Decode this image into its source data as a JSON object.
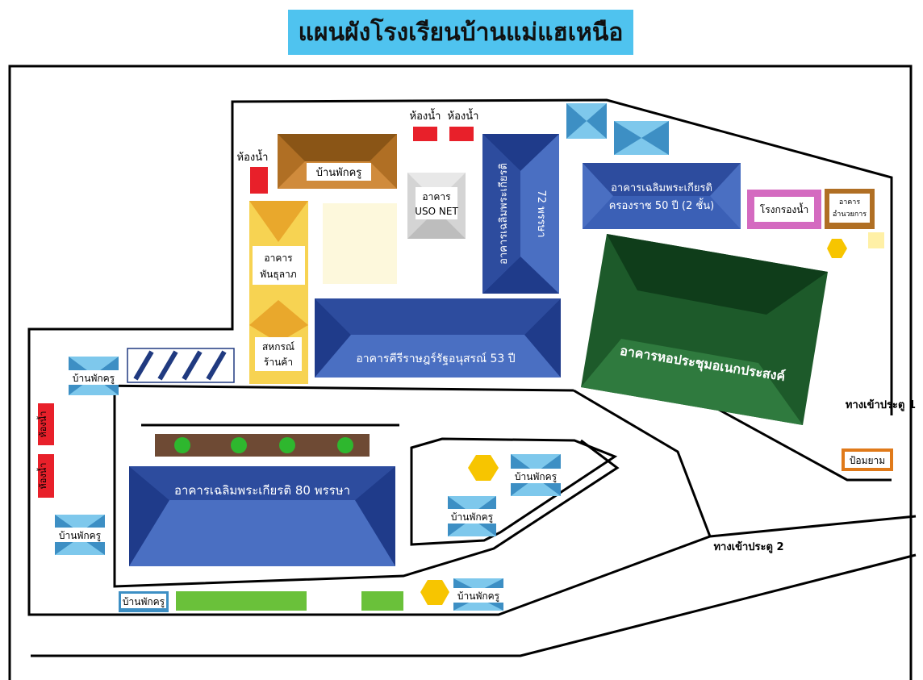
{
  "title": "แผนผังโรงเรียนบ้านแม่แฮเหนือ",
  "colors": {
    "navy": "#1F3B8A",
    "blue": "#4A6FC2",
    "blue_dark": "#203A80",
    "green_hall": "#1D5A2A",
    "orange_brown": "#B06F24",
    "yellow": "#F7D352",
    "yellow_light": "#FFF0A6",
    "red": "#E8202A",
    "pink": "#D46AC0",
    "sky": "#7EC8EC",
    "grass": "#6AC13A",
    "brown": "#6E4A34",
    "hex_yellow": "#F7C500"
  },
  "labels": {
    "toilet": "ห้องน้ำ",
    "teacher_house": "บ้านพักครู",
    "uso_net_line1": "อาคาร",
    "uso_net_line2": "USO NET",
    "bldg_72_a": "อาคารเฉลิมพระเกียรติ",
    "bldg_72_b": "72 พรรษา",
    "reign50_line1": "อาคารเฉลิมพระเกียรติ",
    "reign50_line2": "ครองราช 50 ปี (2 ชั้น)",
    "water_plant": "โรงกรองน้ำ",
    "admin_line1": "อาคาร",
    "admin_line2": "อำนวยการ",
    "phan_line1": "อาคาร",
    "phan_line2": "พันธุลาภ",
    "coop_line1": "สหกรณ์",
    "coop_line2": "ร้านค้า",
    "kiri": "อาคารคีรีราษฎร์รัฐอนุสรณ์ 53 ปี",
    "hall": "อาคารหอประชุมอเนกประสงค์",
    "bldg_80": "อาคารเฉลิมพระเกียรติ 80 พรรษา",
    "gate1": "ทางเข้าประตู 1",
    "gate2": "ทางเข้าประตู 2",
    "guard": "ป้อมยาม"
  }
}
